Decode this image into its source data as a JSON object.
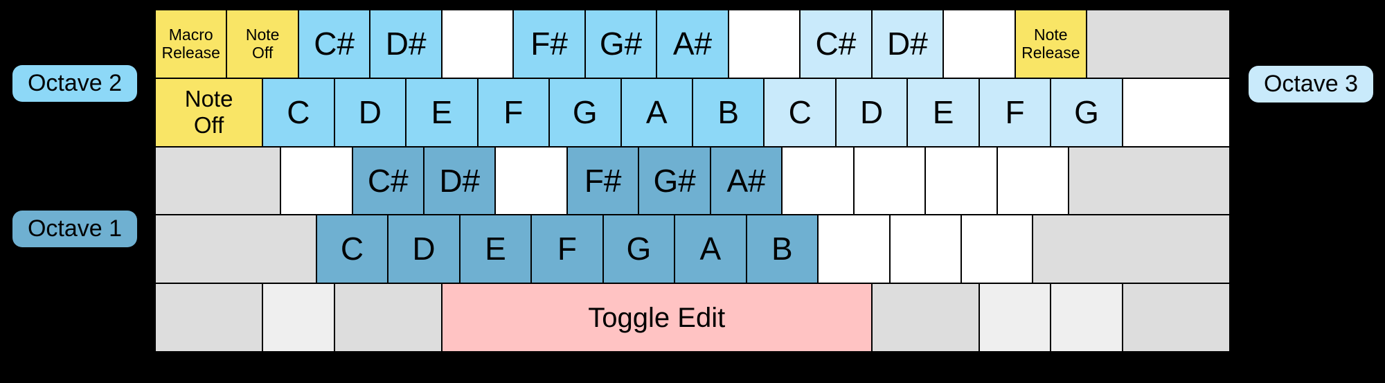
{
  "colors": {
    "background": "#000000",
    "yellow": "#F9E566",
    "sky": "#8DD8F7",
    "light": "#C9EAFB",
    "dark": "#6FB0D1",
    "white": "#FFFFFF",
    "gray": "#DDDDDD",
    "lightgray": "#EFEFEF",
    "pink": "#FFC3C3",
    "text": "#000000"
  },
  "octave_labels": [
    {
      "id": "octave-2",
      "label": "Octave 2",
      "color": "sky"
    },
    {
      "id": "octave-1",
      "label": "Octave 1",
      "color": "dark"
    },
    {
      "id": "octave-3",
      "label": "Octave 3",
      "color": "light"
    }
  ],
  "keyboard": {
    "rows": [
      {
        "keys": [
          {
            "label": "Macro\nRelease",
            "color": "yellow",
            "w": 4,
            "size": "small"
          },
          {
            "label": "Note\nOff",
            "color": "yellow",
            "w": 4,
            "size": "small"
          },
          {
            "label": "C#",
            "color": "sky",
            "w": 4,
            "size": "note"
          },
          {
            "label": "D#",
            "color": "sky",
            "w": 4,
            "size": "note"
          },
          {
            "label": "",
            "color": "white",
            "w": 4
          },
          {
            "label": "F#",
            "color": "sky",
            "w": 4,
            "size": "note"
          },
          {
            "label": "G#",
            "color": "sky",
            "w": 4,
            "size": "note"
          },
          {
            "label": "A#",
            "color": "sky",
            "w": 4,
            "size": "note"
          },
          {
            "label": "",
            "color": "white",
            "w": 4
          },
          {
            "label": "C#",
            "color": "light",
            "w": 4,
            "size": "note"
          },
          {
            "label": "D#",
            "color": "light",
            "w": 4,
            "size": "note"
          },
          {
            "label": "",
            "color": "white",
            "w": 4
          },
          {
            "label": "Note\nRelease",
            "color": "yellow",
            "w": 4,
            "size": "small"
          },
          {
            "label": "",
            "color": "gray",
            "w": 8
          }
        ]
      },
      {
        "keys": [
          {
            "label": "Note\nOff",
            "color": "yellow",
            "w": 6,
            "size": "medium"
          },
          {
            "label": "C",
            "color": "sky",
            "w": 4,
            "size": "note"
          },
          {
            "label": "D",
            "color": "sky",
            "w": 4,
            "size": "note"
          },
          {
            "label": "E",
            "color": "sky",
            "w": 4,
            "size": "note"
          },
          {
            "label": "F",
            "color": "sky",
            "w": 4,
            "size": "note"
          },
          {
            "label": "G",
            "color": "sky",
            "w": 4,
            "size": "note"
          },
          {
            "label": "A",
            "color": "sky",
            "w": 4,
            "size": "note"
          },
          {
            "label": "B",
            "color": "sky",
            "w": 4,
            "size": "note"
          },
          {
            "label": "C",
            "color": "light",
            "w": 4,
            "size": "note"
          },
          {
            "label": "D",
            "color": "light",
            "w": 4,
            "size": "note"
          },
          {
            "label": "E",
            "color": "light",
            "w": 4,
            "size": "note"
          },
          {
            "label": "F",
            "color": "light",
            "w": 4,
            "size": "note"
          },
          {
            "label": "G",
            "color": "light",
            "w": 4,
            "size": "note"
          },
          {
            "label": "",
            "color": "white",
            "w": 6
          }
        ]
      },
      {
        "keys": [
          {
            "label": "",
            "color": "gray",
            "w": 7
          },
          {
            "label": "",
            "color": "white",
            "w": 4
          },
          {
            "label": "C#",
            "color": "dark",
            "w": 4,
            "size": "note"
          },
          {
            "label": "D#",
            "color": "dark",
            "w": 4,
            "size": "note"
          },
          {
            "label": "",
            "color": "white",
            "w": 4
          },
          {
            "label": "F#",
            "color": "dark",
            "w": 4,
            "size": "note"
          },
          {
            "label": "G#",
            "color": "dark",
            "w": 4,
            "size": "note"
          },
          {
            "label": "A#",
            "color": "dark",
            "w": 4,
            "size": "note"
          },
          {
            "label": "",
            "color": "white",
            "w": 4
          },
          {
            "label": "",
            "color": "white",
            "w": 4
          },
          {
            "label": "",
            "color": "white",
            "w": 4
          },
          {
            "label": "",
            "color": "white",
            "w": 4
          },
          {
            "label": "",
            "color": "gray",
            "w": 9
          }
        ]
      },
      {
        "keys": [
          {
            "label": "",
            "color": "gray",
            "w": 9
          },
          {
            "label": "C",
            "color": "dark",
            "w": 4,
            "size": "note"
          },
          {
            "label": "D",
            "color": "dark",
            "w": 4,
            "size": "note"
          },
          {
            "label": "E",
            "color": "dark",
            "w": 4,
            "size": "note"
          },
          {
            "label": "F",
            "color": "dark",
            "w": 4,
            "size": "note"
          },
          {
            "label": "G",
            "color": "dark",
            "w": 4,
            "size": "note"
          },
          {
            "label": "A",
            "color": "dark",
            "w": 4,
            "size": "note"
          },
          {
            "label": "B",
            "color": "dark",
            "w": 4,
            "size": "note"
          },
          {
            "label": "",
            "color": "white",
            "w": 4
          },
          {
            "label": "",
            "color": "white",
            "w": 4
          },
          {
            "label": "",
            "color": "white",
            "w": 4
          },
          {
            "label": "",
            "color": "gray",
            "w": 11
          }
        ]
      },
      {
        "keys": [
          {
            "label": "",
            "color": "gray",
            "w": 6
          },
          {
            "label": "",
            "color": "lightgray",
            "w": 4
          },
          {
            "label": "",
            "color": "gray",
            "w": 6
          },
          {
            "label": "Toggle Edit",
            "color": "pink",
            "w": 24,
            "size": "large"
          },
          {
            "label": "",
            "color": "gray",
            "w": 6
          },
          {
            "label": "",
            "color": "lightgray",
            "w": 4
          },
          {
            "label": "",
            "color": "lightgray",
            "w": 4
          },
          {
            "label": "",
            "color": "gray",
            "w": 6
          }
        ]
      }
    ]
  }
}
